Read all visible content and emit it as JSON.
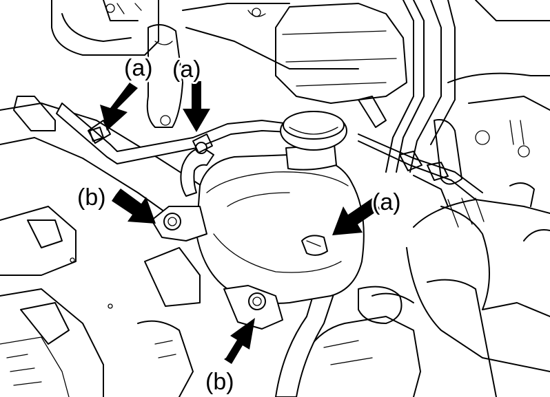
{
  "callouts": {
    "a1": "(a)",
    "a2": "(a)",
    "a3": "(a)",
    "b1": "(b)",
    "b2": "(b)"
  },
  "colors": {
    "line": "#000000",
    "background": "#ffffff"
  },
  "icons": {
    "arrow": "filled-arrow-icon",
    "cap": "reservoir-cap-icon",
    "bolt": "bolt-icon"
  }
}
